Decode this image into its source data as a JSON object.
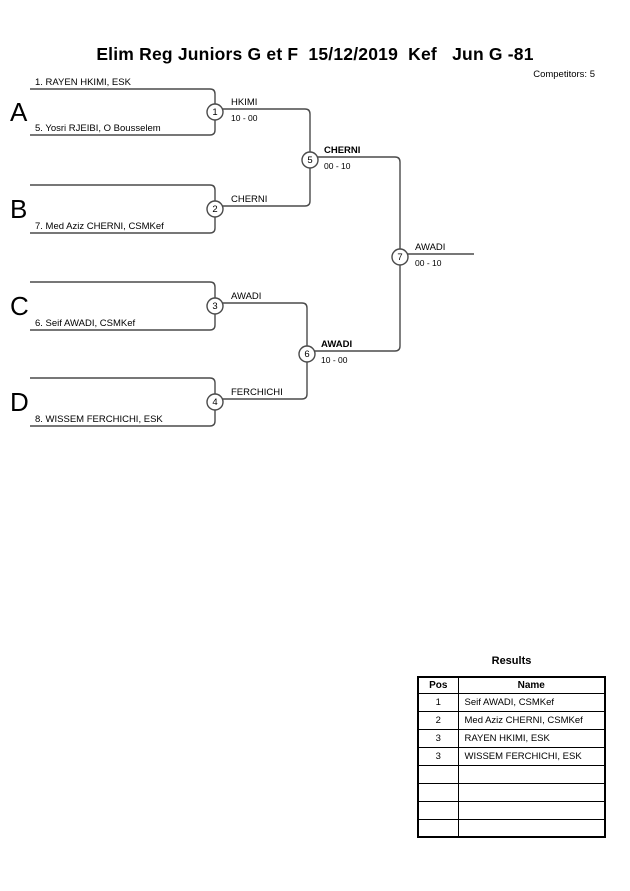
{
  "header": {
    "title": "Elim Reg Juniors G et F  15/12/2019  Kef   Jun G -81",
    "competitors_label": "Competitors: 5"
  },
  "bracket": {
    "sections": [
      {
        "letter": "A",
        "top_name": "1. RAYEN HKIMI, ESK",
        "bottom_name": "5. Yosri RJEIBI, O Bousselem"
      },
      {
        "letter": "B",
        "top_name": "",
        "bottom_name": "7. Med Aziz CHERNI, CSMKef"
      },
      {
        "letter": "C",
        "top_name": "",
        "bottom_name": "6. Seif AWADI, CSMKef"
      },
      {
        "letter": "D",
        "top_name": "",
        "bottom_name": "8. WISSEM FERCHICHI, ESK"
      }
    ],
    "matches": [
      {
        "number": "1",
        "winner": "HKIMI",
        "score": "10 - 00"
      },
      {
        "number": "2",
        "winner": "CHERNI",
        "score": ""
      },
      {
        "number": "3",
        "winner": "AWADI",
        "score": ""
      },
      {
        "number": "4",
        "winner": "FERCHICHI",
        "score": ""
      },
      {
        "number": "5",
        "winner": "CHERNI",
        "score": "00 - 10"
      },
      {
        "number": "6",
        "winner": "AWADI",
        "score": "10 - 00"
      },
      {
        "number": "7",
        "winner": "AWADI",
        "score": "00 - 10"
      }
    ]
  },
  "results": {
    "title": "Results",
    "columns": [
      "Pos",
      "Name"
    ],
    "rows": [
      {
        "pos": "1",
        "name": "Seif AWADI, CSMKef"
      },
      {
        "pos": "2",
        "name": "Med Aziz CHERNI, CSMKef"
      },
      {
        "pos": "3",
        "name": "RAYEN HKIMI, ESK"
      },
      {
        "pos": "3",
        "name": "WISSEM FERCHICHI, ESK"
      },
      {
        "pos": "",
        "name": ""
      },
      {
        "pos": "",
        "name": ""
      },
      {
        "pos": "",
        "name": ""
      },
      {
        "pos": "",
        "name": ""
      }
    ]
  }
}
